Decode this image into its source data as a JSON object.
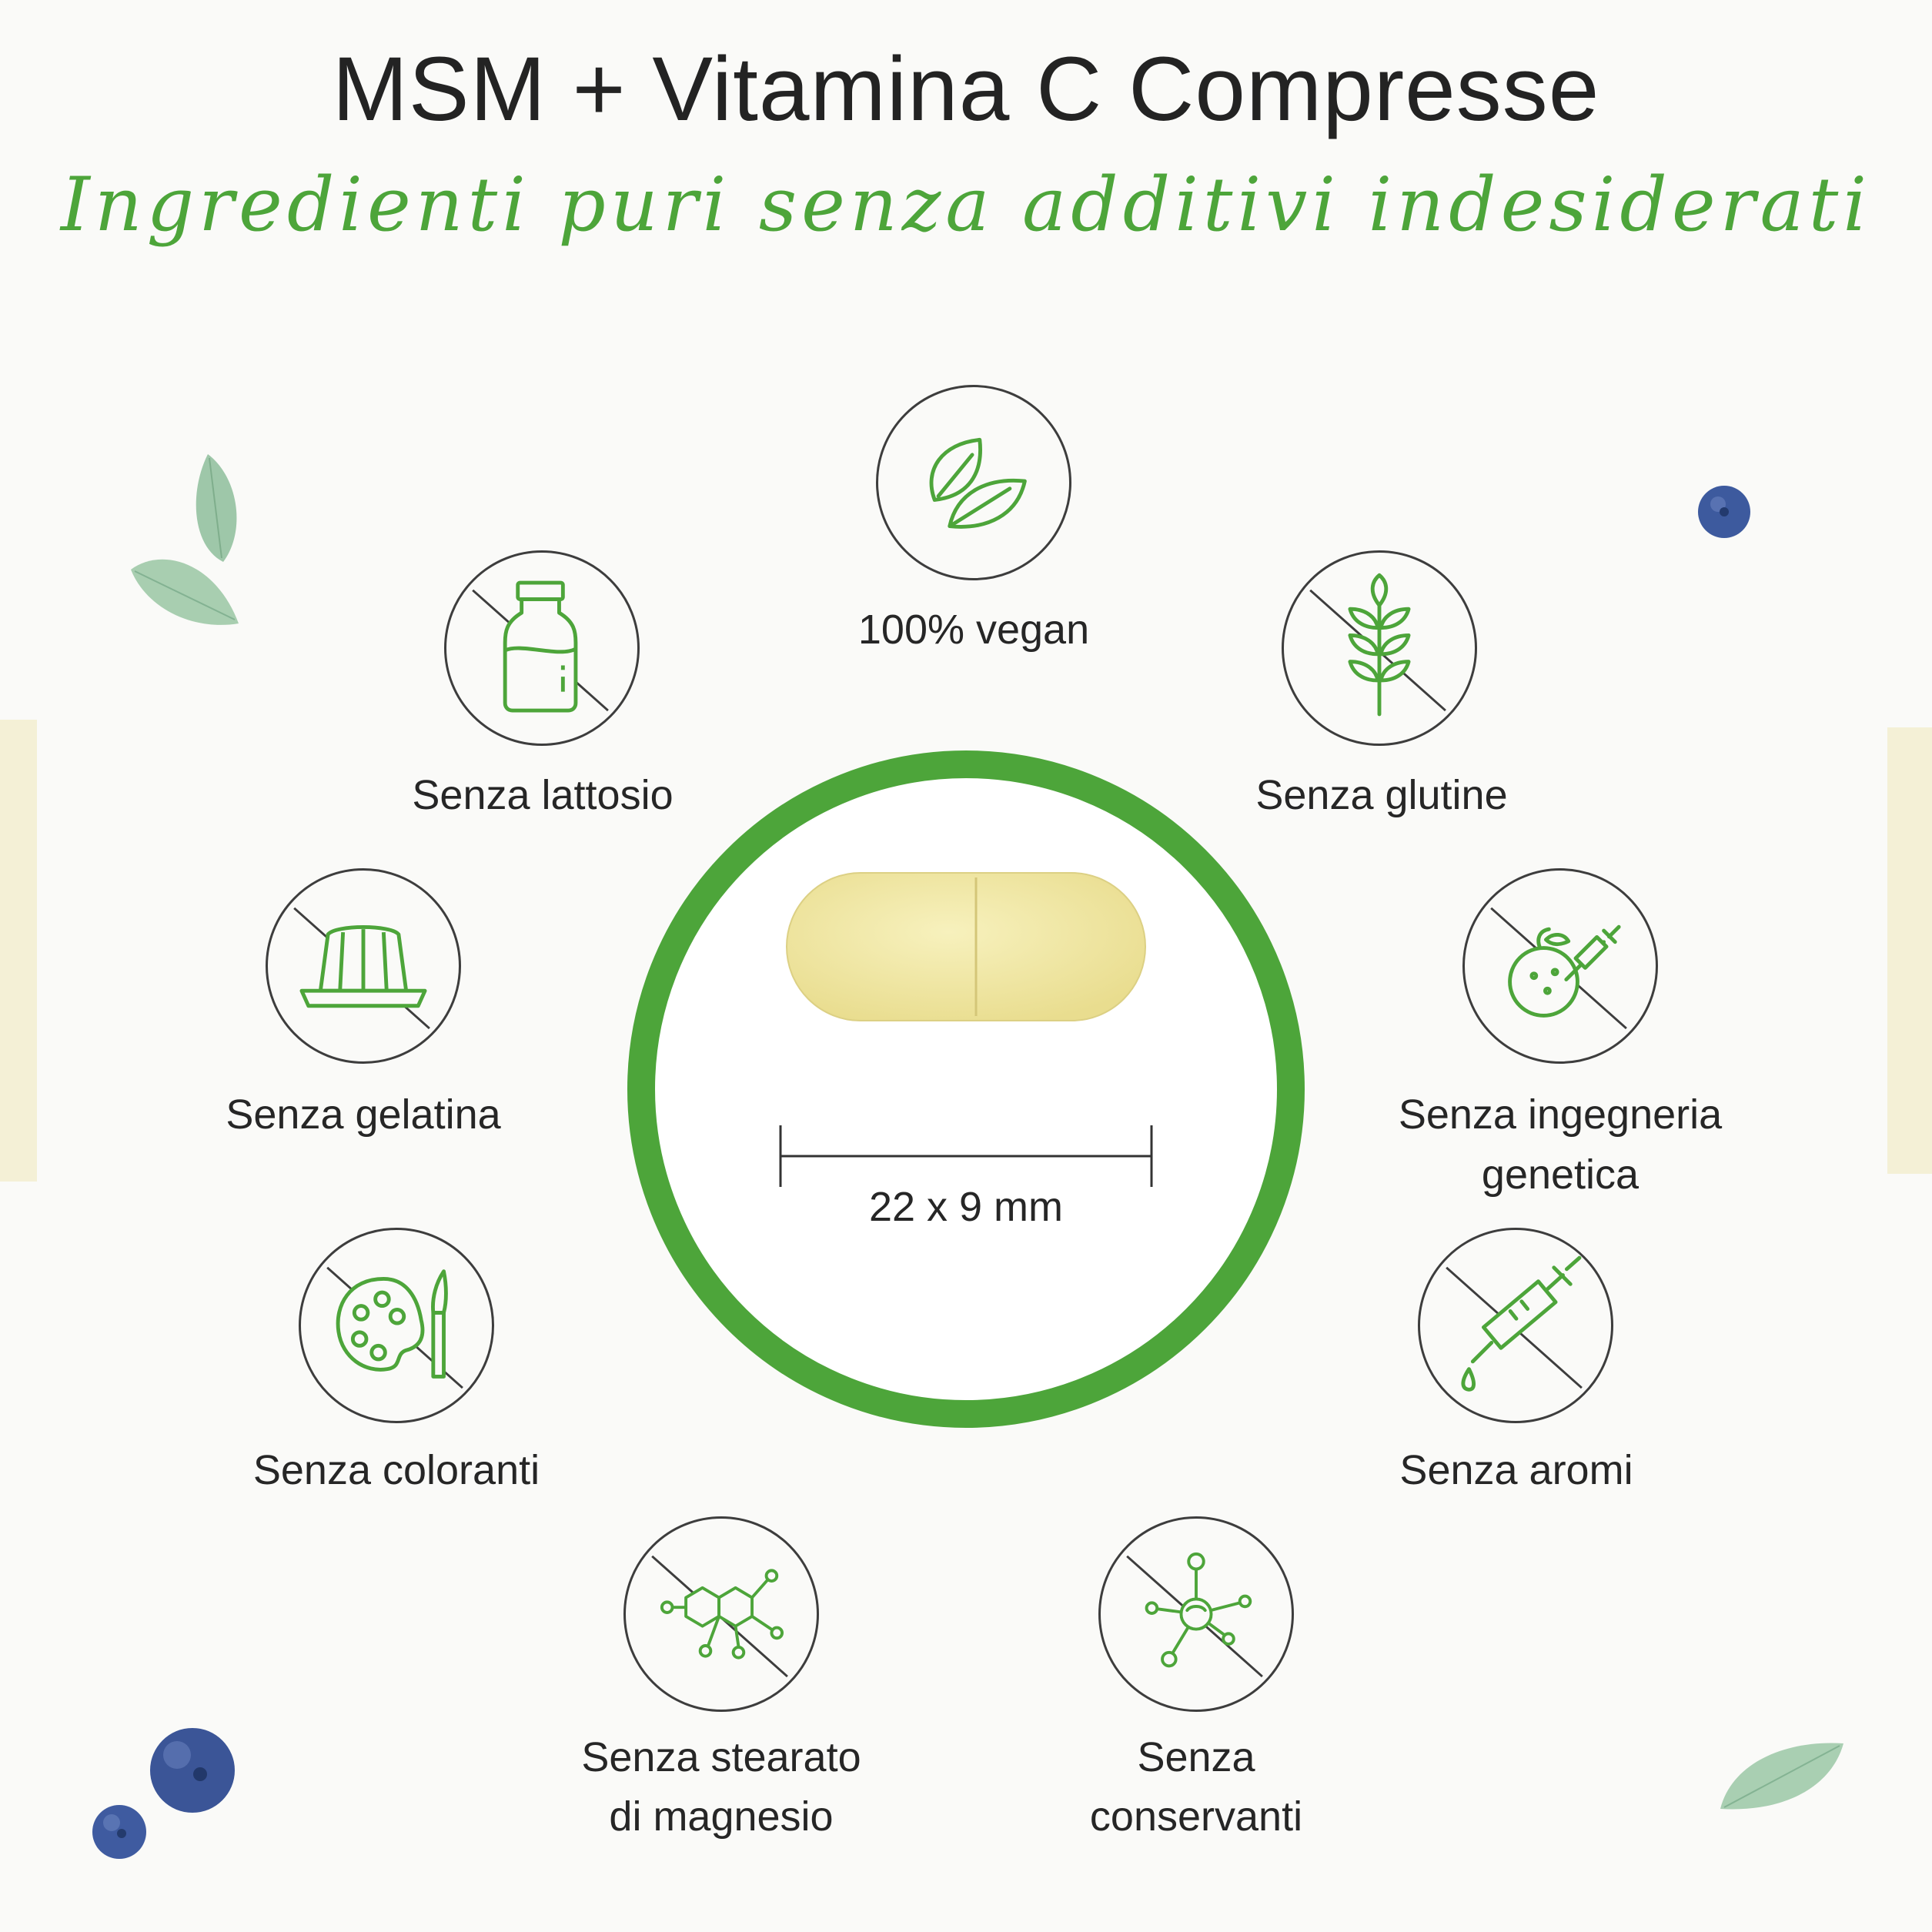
{
  "header": {
    "title": "MSM + Vitamina C Compresse",
    "subtitle": "Ingredienti puri senza additivi indesiderati"
  },
  "features": [
    {
      "label": "100% vegan",
      "icon": "leaf-icon"
    },
    {
      "label": "Senza lattosio",
      "icon": "milk-bottle-icon"
    },
    {
      "label": "Senza glutine",
      "icon": "wheat-icon"
    },
    {
      "label": "Senza gelatina",
      "icon": "jelly-icon"
    },
    {
      "label_line1": "Senza ingegneria",
      "label_line2": "genetica",
      "icon": "gmo-orange-syringe-icon"
    },
    {
      "label": "Senza coloranti",
      "icon": "paint-palette-icon"
    },
    {
      "label": "Senza aromi",
      "icon": "syringe-dropper-icon"
    },
    {
      "label_line1": "Senza stearato",
      "label_line2": "di magnesio",
      "icon": "molecule-icon"
    },
    {
      "label_line1": "Senza",
      "label_line2": "conservanti",
      "icon": "atom-network-icon"
    }
  ],
  "tablet": {
    "size_label": "22 x 9 mm"
  },
  "colors": {
    "accent_green": "#4da53a",
    "text_dark": "#262626",
    "tablet_yellow": "#f2eaa6"
  }
}
